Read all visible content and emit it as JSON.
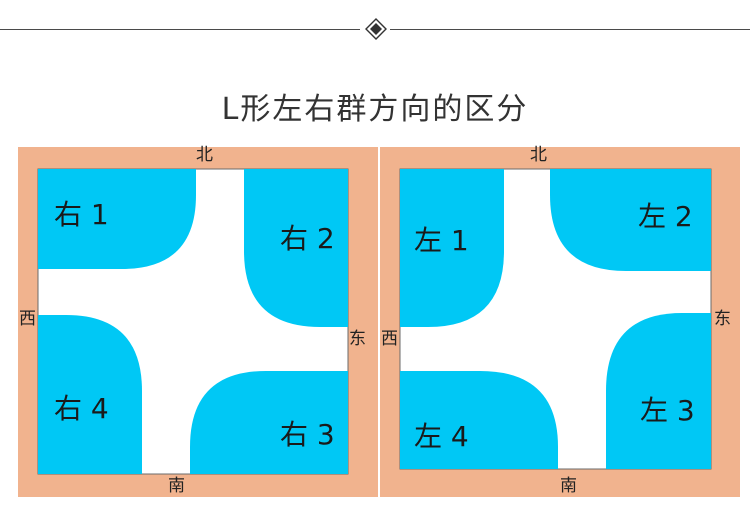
{
  "title": "L形左右群方向的区分",
  "colors": {
    "frame": "#f1b38e",
    "region": "#00c8f5",
    "inner": "#ffffff",
    "stroke": "#6b6b6b"
  },
  "panels": [
    {
      "directions": {
        "north": "北",
        "south": "南",
        "west": "西",
        "east": "东"
      },
      "regions": [
        "右 1",
        "右 2",
        "右 3",
        "右 4"
      ]
    },
    {
      "directions": {
        "north": "北",
        "south": "南",
        "west": "西",
        "east": "东"
      },
      "regions": [
        "左 1",
        "左 2",
        "左 3",
        "左 4"
      ]
    }
  ]
}
